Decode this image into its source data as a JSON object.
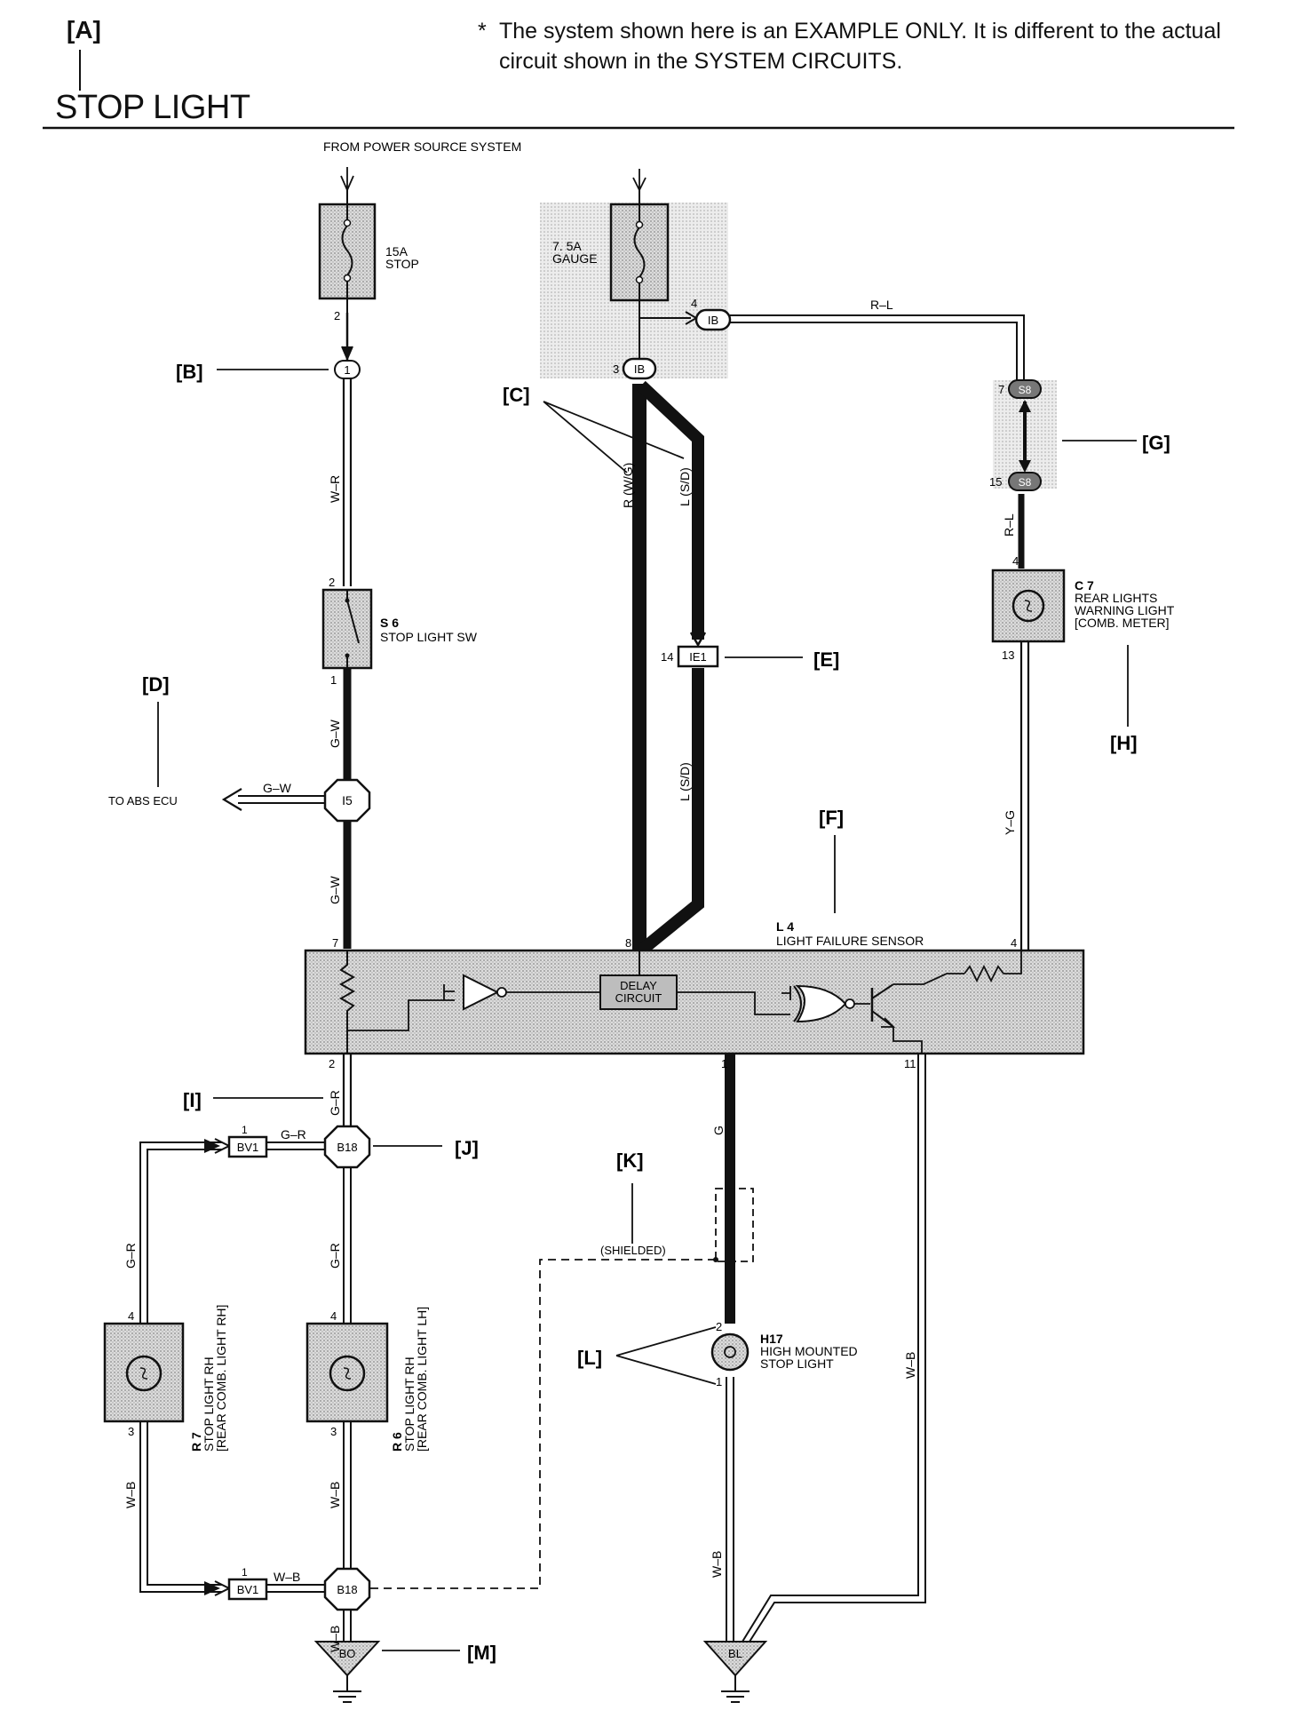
{
  "header": {
    "callout": "[A]",
    "title": "STOP LIGHT",
    "notice_star": "*",
    "notice": "The system shown here is an EXAMPLE ONLY. It is different to the actual circuit shown in the SYSTEM CIRCUITS."
  },
  "sources": {
    "power": "FROM POWER SOURCE SYSTEM"
  },
  "fuses": {
    "stop": {
      "rating": "15A",
      "name": "STOP",
      "pin": "2"
    },
    "gauge": {
      "rating": "7. 5A",
      "name": "GAUGE"
    }
  },
  "connectors": {
    "j1": "1",
    "ib": "IB",
    "ib_pin_a": "4",
    "ib_pin_b": "3",
    "ie1": "IE1",
    "ie1_pin": "14",
    "i5": "I5",
    "b18_top": "B18",
    "b18_bottom": "B18",
    "bv1_top": "BV1",
    "bv1_top_pin": "1",
    "bv1_bottom": "BV1",
    "bv1_bottom_pin": "1",
    "s8_top": "S8",
    "s8_top_pin": "7",
    "s8_bottom": "S8",
    "s8_bottom_pin": "15",
    "bo": "BO",
    "bl": "BL"
  },
  "components": {
    "s6": {
      "code": "S 6",
      "name": "STOP LIGHT SW",
      "pin_top": "2",
      "pin_bottom": "1"
    },
    "c7": {
      "code": "C 7",
      "line1": "REAR LIGHTS",
      "line2": "WARNING LIGHT",
      "line3": "[COMB. METER]",
      "pin_top": "4",
      "pin_bottom": "13"
    },
    "l4": {
      "code": "L 4",
      "name": "LIGHT FAILURE SENSOR",
      "delay_line1": "DELAY",
      "delay_line2": "CIRCUIT",
      "pin_7": "7",
      "pin_8": "8",
      "pin_4": "4",
      "pin_2": "2",
      "pin_1": "1",
      "pin_11": "11"
    },
    "r7": {
      "code": "R 7",
      "line1": "STOP LIGHT RH",
      "line2": "[REAR COMB. LIGHT RH]",
      "pin_top": "4",
      "pin_bottom": "3"
    },
    "r6": {
      "code": "R 6",
      "line1": "STOP LIGHT RH",
      "line2": "[REAR COMB. LIGHT LH]",
      "pin_top": "4",
      "pin_bottom": "3"
    },
    "h17": {
      "code": "H17",
      "line1": "HIGH MOUNTED",
      "line2": "STOP LIGHT",
      "pin_top": "2",
      "pin_bottom": "1"
    }
  },
  "wires": {
    "w_r": "W–R",
    "g_w_upper": "G–W",
    "g_w_lower": "G–W",
    "g_w_abs": "G–W",
    "abs": "TO ABS ECU",
    "r_wg": "R (W/G)",
    "l_sd_upper": "L (S/D)",
    "l_sd_lower": "L (S/D)",
    "r_l_top": "R–L",
    "r_l_side": "R–L",
    "y_g": "Y–G",
    "g_r_1": "G–R",
    "g_r_2": "G–R",
    "g_r_3": "G–R",
    "g_r_4": "G–R",
    "w_b_1": "W–B",
    "w_b_2": "W–B",
    "w_b_3": "W–B",
    "w_b_4": "W–B",
    "w_b_5": "W–B",
    "w_b_6": "W–B",
    "g": "G",
    "shielded": "(SHIELDED)"
  },
  "callouts": {
    "b": "[B]",
    "c": "[C]",
    "d": "[D]",
    "e": "[E]",
    "f": "[F]",
    "g": "[G]",
    "h": "[H]",
    "i": "[I]",
    "j": "[J]",
    "k": "[K]",
    "l": "[L]",
    "m": "[M]"
  }
}
